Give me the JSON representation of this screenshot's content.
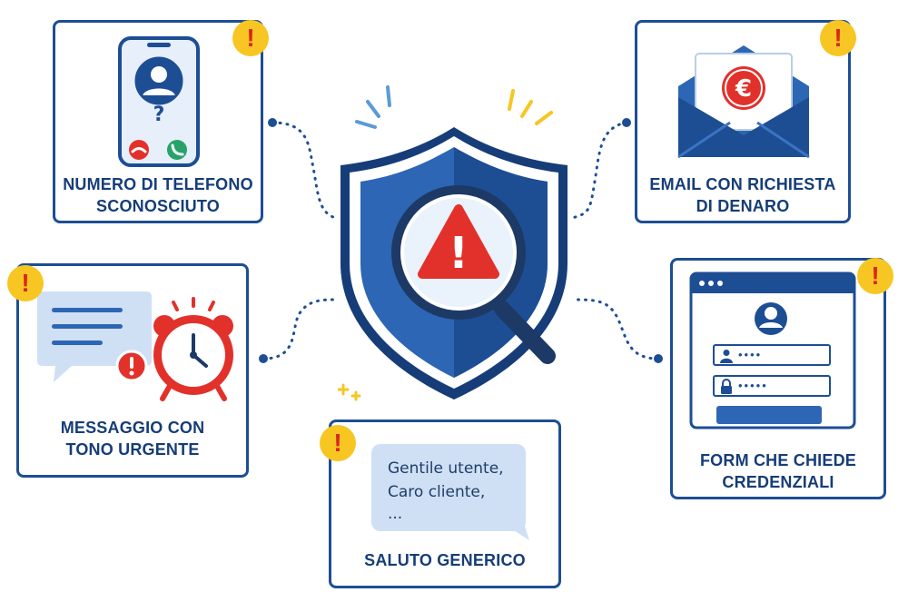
{
  "cards": {
    "phone": {
      "label": "NUMERO DI TELEFONO\nSCONOSCIUTO",
      "badge": "!"
    },
    "email": {
      "label": "EMAIL CON RICHIESTA\nDI DENARO",
      "badge": "!",
      "currency_symbol": "€"
    },
    "urgent": {
      "label": "MESSAGGIO CON\nTONO URGENTE",
      "badge": "!"
    },
    "form": {
      "label": "FORM CHE CHIEDE\nCREDENZIALI",
      "badge": "!",
      "username_mask": "••••",
      "password_mask": "•••••"
    },
    "greeting": {
      "label": "SALUTO GENERICO",
      "badge": "!",
      "lines": [
        "Gentile utente,",
        "Caro cliente,",
        "..."
      ]
    }
  },
  "center": {
    "alert_symbol": "!",
    "icon": "shield-magnifier-warning-icon"
  },
  "colors": {
    "navy": "#1d4e94",
    "dark_navy": "#163d78",
    "red": "#e2312b",
    "yellow": "#f7c623",
    "light_blue": "#cfe0f5"
  }
}
